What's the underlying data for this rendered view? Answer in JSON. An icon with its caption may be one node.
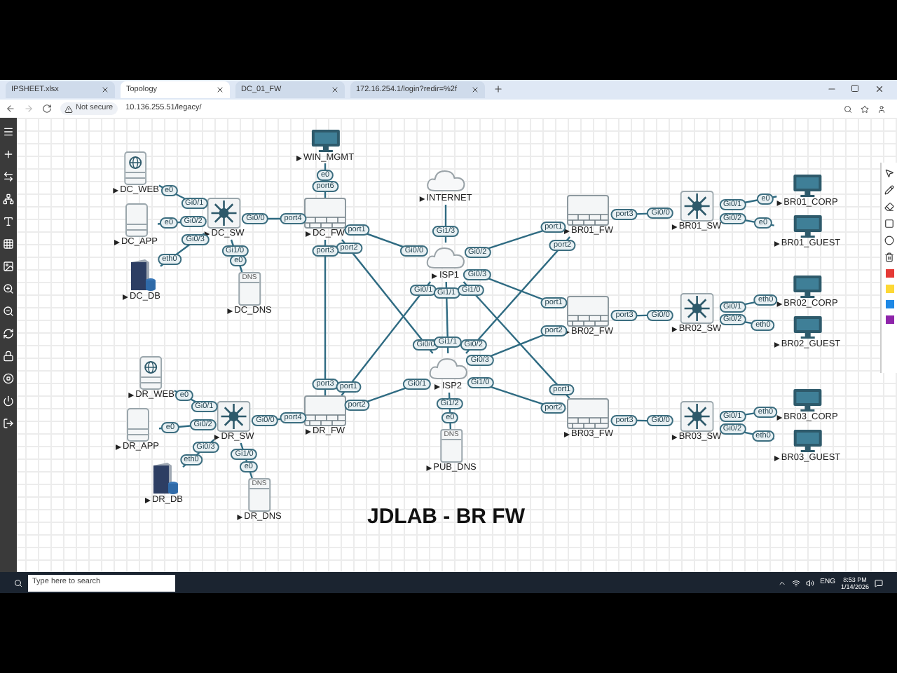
{
  "diagram": {
    "title": "JDLAB - BR FW",
    "nodes": [
      {
        "text": [
          "WIN_MGMT"
        ],
        "beside": [
          "e0"
        ]
      },
      {
        "text": [
          "DC_WEB"
        ],
        "beside": [
          "e0"
        ]
      },
      {
        "text": [
          "DC_APP"
        ],
        "beside": [
          "e0"
        ]
      },
      {
        "text": [
          "DC_DB"
        ],
        "beside": [
          "eth0"
        ]
      },
      {
        "text": [
          "DC_SW"
        ],
        "beside": [
          "Gi0/1",
          "Gi0/2",
          "Gi0/3",
          "Gi1/0",
          "Gi0/0"
        ]
      },
      {
        "text": [
          "DNS",
          "DC_DNS"
        ],
        "beside": [
          "e0"
        ]
      },
      {
        "text": [
          "DC_FW"
        ],
        "beside": [
          "port6",
          "port4",
          "port1",
          "port2",
          "port3"
        ]
      },
      {
        "text": [
          "INTERNET"
        ]
      },
      {
        "text": [
          "ISP1"
        ],
        "beside": [
          "Gi0/0",
          "Gi0/1",
          "Gi1/3",
          "Gi1/1",
          "Gi0/2",
          "Gi0/3",
          "Gi1/0"
        ]
      },
      {
        "text": [
          "ISP2"
        ],
        "beside": [
          "Gi0/0",
          "Gi0/1",
          "Gi1/1",
          "Gi0/2",
          "Gi0/3",
          "Gi1/0",
          "Gi1/2"
        ]
      },
      {
        "text": [
          "DNS",
          "PUB_DNS"
        ],
        "beside": [
          "e0"
        ]
      },
      {
        "text": [
          "BR01_FW"
        ],
        "beside": [
          "port1",
          "port2",
          "port3"
        ]
      },
      {
        "text": [
          "BR02_FW"
        ],
        "beside": [
          "port1",
          "port2",
          "port3"
        ]
      },
      {
        "text": [
          "BR03_FW"
        ],
        "beside": [
          "port1",
          "port2",
          "port3"
        ]
      },
      {
        "text": [
          "BR01_SW"
        ],
        "beside": [
          "Gi0/0",
          "Gi0/1",
          "Gi0/2"
        ]
      },
      {
        "text": [
          "BR02_SW"
        ],
        "beside": [
          "Gi0/0",
          "Gi0/1",
          "Gi0/2"
        ]
      },
      {
        "text": [
          "BR03_SW"
        ],
        "beside": [
          "Gi0/0",
          "Gi0/1",
          "Gi0/2"
        ]
      },
      {
        "text": [
          "BR01_CORP"
        ],
        "beside": [
          "e0"
        ]
      },
      {
        "text": [
          "BR01_GUEST"
        ],
        "beside": [
          "e0"
        ]
      },
      {
        "text": [
          "BR02_CORP"
        ],
        "beside": [
          "eth0"
        ]
      },
      {
        "text": [
          "BR02_GUEST"
        ],
        "beside": [
          "eth0"
        ]
      },
      {
        "text": [
          "BR03_CORP"
        ],
        "beside": [
          "eth0"
        ]
      },
      {
        "text": [
          "BR03_GUEST"
        ],
        "beside": [
          "eth0"
        ]
      },
      {
        "text": [
          "DR_WEB"
        ],
        "beside": [
          "e0"
        ]
      },
      {
        "text": [
          "DR_APP"
        ],
        "beside": [
          "e0"
        ]
      },
      {
        "text": [
          "DR_DB"
        ],
        "beside": [
          "eth0"
        ]
      },
      {
        "text": [
          "DR_SW"
        ],
        "beside": [
          "Gi0/1",
          "Gi0/2",
          "Gi0/3",
          "Gi1/0",
          "Gi0/0"
        ]
      },
      {
        "text": [
          "DNS",
          "DR_DNS"
        ],
        "beside": [
          "e0"
        ]
      },
      {
        "text": [
          "DR_FW"
        ],
        "beside": [
          "port3",
          "port1",
          "port2",
          "port4"
        ]
      }
    ],
    "edges": [
      {
        "from": 0,
        "to": 6,
        "arrow": "none"
      },
      {
        "from": 1,
        "to": 4,
        "arrow": "none"
      },
      {
        "from": 2,
        "to": 4,
        "arrow": "none"
      },
      {
        "from": 3,
        "to": 4,
        "arrow": "none"
      },
      {
        "from": 4,
        "to": 5,
        "arrow": "none"
      },
      {
        "from": 4,
        "to": 6,
        "arrow": "none"
      },
      {
        "from": 6,
        "to": 8,
        "arrow": "none"
      },
      {
        "from": 6,
        "to": 9,
        "arrow": "none"
      },
      {
        "from": 6,
        "to": 28,
        "arrow": "none"
      },
      {
        "from": 28,
        "to": 8,
        "arrow": "none"
      },
      {
        "from": 28,
        "to": 9,
        "arrow": "none"
      },
      {
        "from": 7,
        "to": 8,
        "arrow": "none"
      },
      {
        "from": 8,
        "to": 9,
        "arrow": "none"
      },
      {
        "from": 8,
        "to": 11,
        "arrow": "none"
      },
      {
        "from": 8,
        "to": 12,
        "arrow": "none"
      },
      {
        "from": 8,
        "to": 13,
        "arrow": "none"
      },
      {
        "from": 9,
        "to": 11,
        "arrow": "none"
      },
      {
        "from": 9,
        "to": 12,
        "arrow": "none"
      },
      {
        "from": 9,
        "to": 13,
        "arrow": "none"
      },
      {
        "from": 9,
        "to": 10,
        "arrow": "none"
      },
      {
        "from": 11,
        "to": 14,
        "arrow": "none"
      },
      {
        "from": 12,
        "to": 15,
        "arrow": "none"
      },
      {
        "from": 13,
        "to": 16,
        "arrow": "none"
      },
      {
        "from": 14,
        "to": 17,
        "arrow": "none"
      },
      {
        "from": 14,
        "to": 18,
        "arrow": "none"
      },
      {
        "from": 15,
        "to": 19,
        "arrow": "none"
      },
      {
        "from": 15,
        "to": 20,
        "arrow": "none"
      },
      {
        "from": 16,
        "to": 21,
        "arrow": "none"
      },
      {
        "from": 16,
        "to": 22,
        "arrow": "none"
      },
      {
        "from": 23,
        "to": 26,
        "arrow": "none"
      },
      {
        "from": 24,
        "to": 26,
        "arrow": "none"
      },
      {
        "from": 25,
        "to": 26,
        "arrow": "none"
      },
      {
        "from": 26,
        "to": 27,
        "arrow": "none"
      },
      {
        "from": 26,
        "to": 28,
        "arrow": "none"
      }
    ],
    "labels": [
      "IPSHEET.xlsx",
      "Topology",
      "DC_01_FW",
      "172.16.254.1/login?redir=%2f",
      "Not secure",
      "10.136.255.51/legacy/",
      "Type here to search",
      "ENG",
      "8:53 PM",
      "1/14/2026"
    ]
  }
}
